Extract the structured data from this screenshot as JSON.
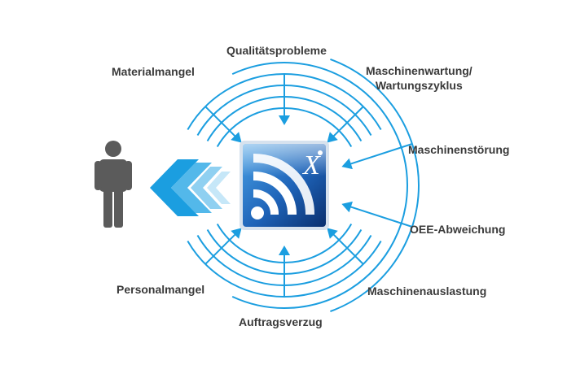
{
  "colors": {
    "accent": "#1b9ee0",
    "person": "#5b5b5b",
    "tile_dark": "#0b3f86",
    "tile_light": "#3d8fd6",
    "text": "#3a3a3a"
  },
  "icons": {
    "person": "person-icon",
    "chevrons": "chevron-left-icon",
    "app": "rss-feed-x-icon"
  },
  "app_icon": {
    "letter": "X"
  },
  "labels": {
    "top": "Qualitätsprobleme",
    "top_left": "Materialmangel",
    "top_right_line1": "Maschinenwartung/",
    "top_right_line2": "Wartungszyklus",
    "right_upper": "Maschinenstörung",
    "right_lower": "OEE-Abweichung",
    "bottom_right": "Maschinenauslastung",
    "bottom": "Auftragsverzug",
    "bottom_left": "Personalmangel"
  }
}
